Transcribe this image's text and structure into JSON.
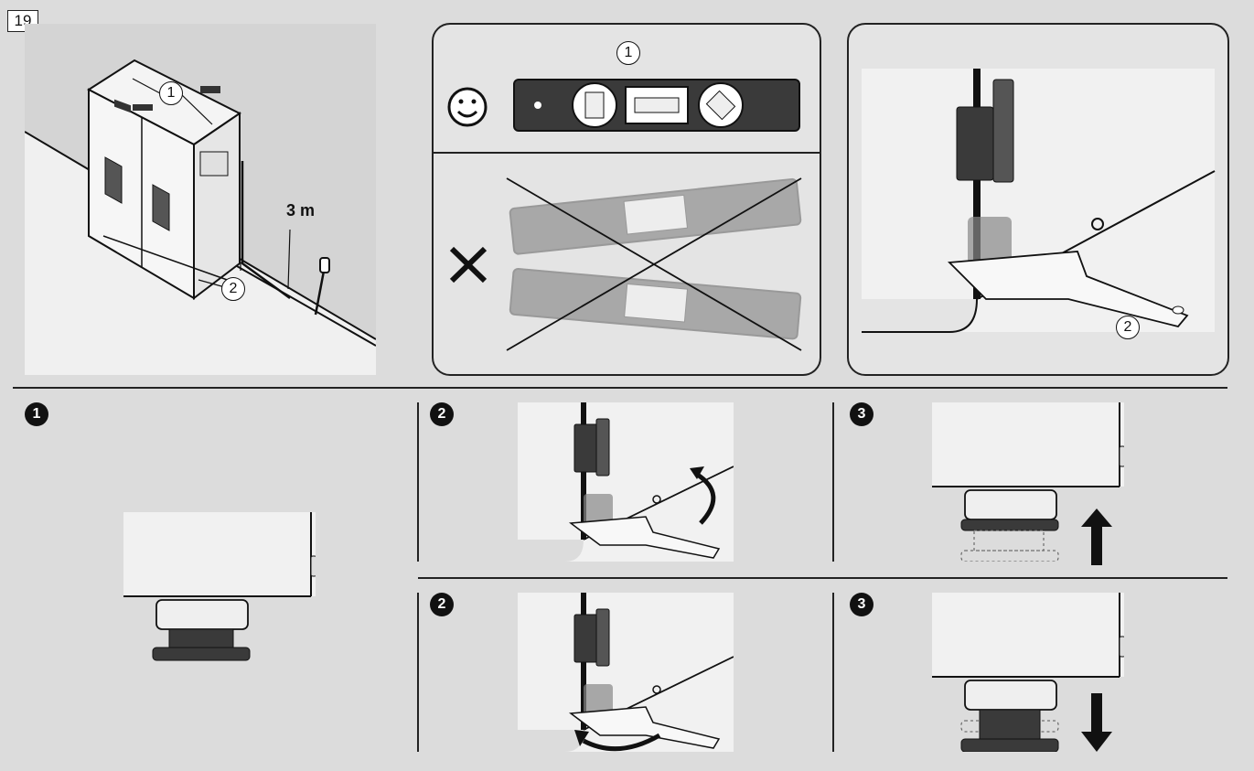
{
  "figure": {
    "number": "19"
  },
  "callouts": {
    "level": "1",
    "foot": "2"
  },
  "distance": {
    "label": "3 m"
  },
  "steps": {
    "s1": "1",
    "s2": "2",
    "s3": "3"
  },
  "icons": {
    "ok": "smiley-icon",
    "wrong": "cross-icon",
    "up": "arrow-up-icon",
    "down": "arrow-down-icon"
  },
  "colors": {
    "background": "#dcdcdc",
    "panel": "#e4e4e4",
    "ink": "#111111",
    "dark_part": "#3a3a3a"
  }
}
